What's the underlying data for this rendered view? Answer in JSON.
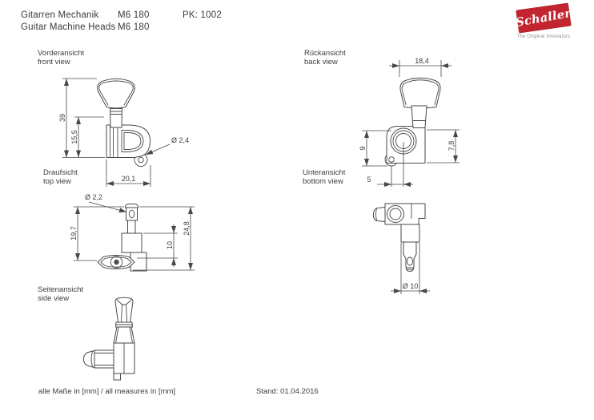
{
  "header": {
    "title_de": "Gitarren Mechanik",
    "title_en": "Guitar Machine Heads",
    "model": "M6 180",
    "model2": "M6 180",
    "pk_number": "PK: 1002"
  },
  "logo": {
    "brand": "Schaller",
    "tagline": "The Original Innovators",
    "brand_color": "#c22530"
  },
  "views": {
    "front": {
      "label_de": "Vorderansicht",
      "label_en": "front view",
      "dim_total_height": "39",
      "dim_housing_height": "15,5",
      "dim_ear_hole": "Ø 2,4",
      "dim_width": "20,1"
    },
    "top": {
      "label_de": "Draufsicht",
      "label_en": "top view",
      "dim_post_hole": "Ø 2,2",
      "dim_post_height": "19,7",
      "dim_housing_depth": "10",
      "dim_total_depth": "24,8"
    },
    "back": {
      "label_de": "Rückansicht",
      "label_en": "back view",
      "dim_button_width": "18,4",
      "dim_left": "9",
      "dim_right": "7,8",
      "dim_offset": "5"
    },
    "bottom": {
      "label_de": "Unteransicht",
      "label_en": "bottom view",
      "dim_bushing": "Ø 10"
    },
    "side": {
      "label_de": "Seitenansicht",
      "label_en": "side view"
    }
  },
  "footer": {
    "units_note": "alle Maße in [mm] / all measures in [mm]",
    "revision": "Stand: 01.04.2016"
  }
}
